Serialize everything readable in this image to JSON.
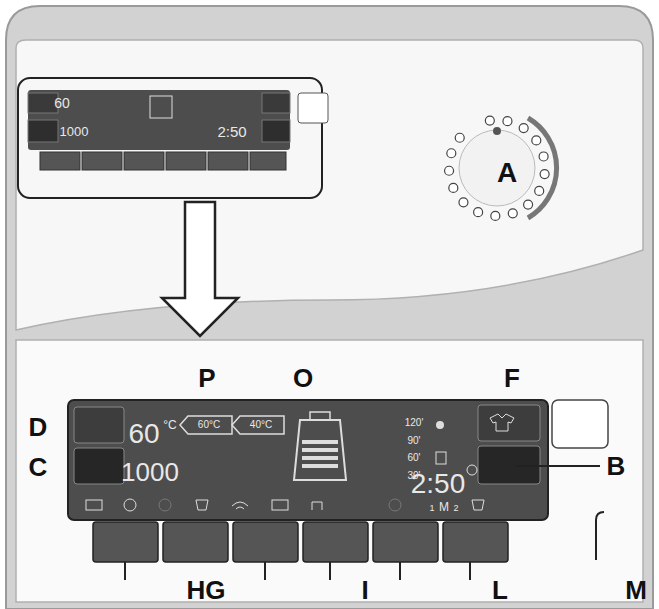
{
  "diagram": {
    "labels": [
      "60",
      "1000",
      "2:50",
      "A",
      "P",
      "O",
      "F",
      "D",
      "60",
      "°C",
      "60°C",
      "40°C",
      "120'",
      "C",
      "B",
      "1000",
      "90'",
      "2:50",
      "60'",
      "30'",
      "1",
      "M",
      "2",
      "HG",
      "I",
      "L",
      "M"
    ]
  }
}
